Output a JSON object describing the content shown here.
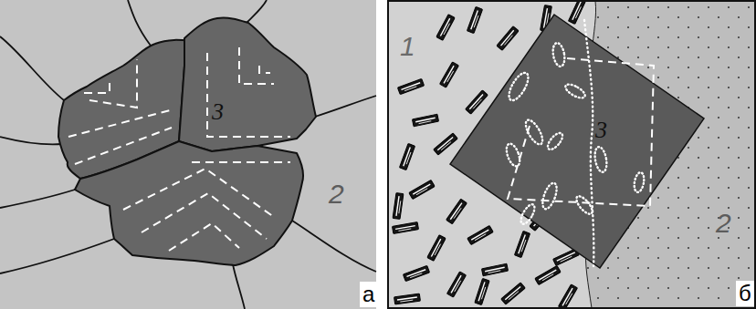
{
  "diagram": {
    "labels": [
      "3",
      "2",
      "а",
      "1",
      "3",
      "2",
      "б"
    ]
  }
}
